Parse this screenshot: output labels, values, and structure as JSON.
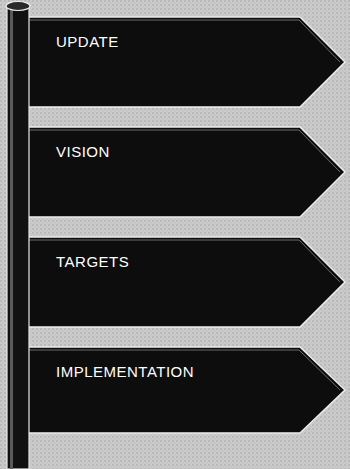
{
  "diagram": {
    "nodes": [
      {
        "text": [
          "UPDATE"
        ]
      },
      {
        "text": [
          "VISION"
        ]
      },
      {
        "text": [
          "TARGETS"
        ]
      },
      {
        "text": [
          "IMPLEMENTATION"
        ]
      }
    ]
  }
}
